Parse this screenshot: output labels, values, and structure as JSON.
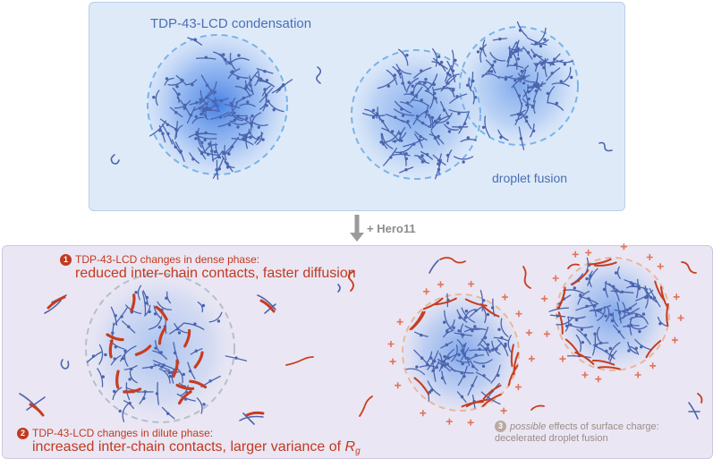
{
  "top_panel": {
    "title": "TDP-43-LCD condensation",
    "fusion_label": "droplet fusion"
  },
  "transition": {
    "label": "+ Hero11"
  },
  "bottom_panel": {
    "change1": {
      "number": "1",
      "line1": "TDP-43-LCD changes in dense phase:",
      "line2": "reduced inter-chain contacts, faster diffusion"
    },
    "change2": {
      "number": "2",
      "line1": "TDP-43-LCD changes in dilute phase:",
      "line2_prefix": "increased inter-chain contacts, larger variance of ",
      "rg_symbol": "R",
      "rg_subscript": "g"
    },
    "change3": {
      "number": "3",
      "line1_italic": "possible",
      "line1_rest": " effects of surface charge:",
      "line2": "decelerated droplet fusion"
    }
  },
  "colors": {
    "chain": "#4a64ae",
    "hero11": "#c83c1e",
    "droplet": "#5b95e8",
    "plus": "#e0745a"
  }
}
